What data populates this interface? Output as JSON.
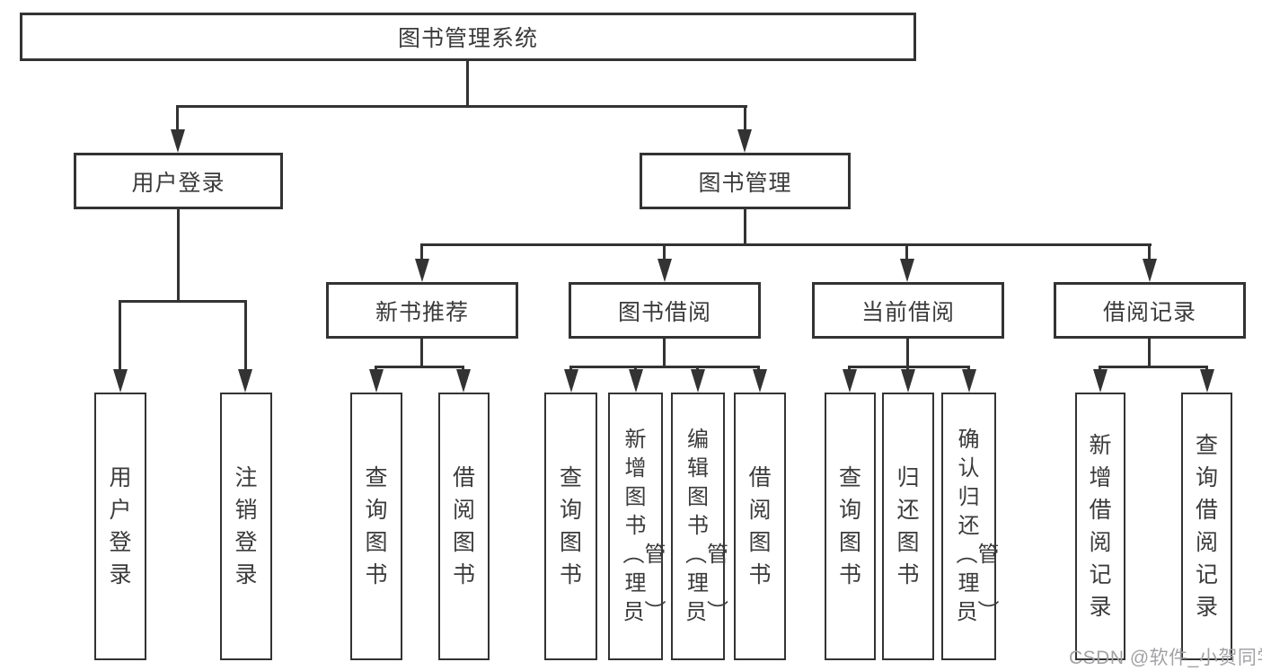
{
  "colors": {
    "line": "#333333",
    "text": "#3b3b3b",
    "box_background": "#ffffff",
    "watermark": "#a2a2a5"
  },
  "watermark": {
    "text": "CSDN @软件_小贺同学"
  },
  "tree": {
    "root": {
      "label": "图书管理系统"
    },
    "level2": {
      "user_login": {
        "label": "用户登录"
      },
      "book_management": {
        "label": "图书管理"
      }
    },
    "level3": {
      "new_book_recommend": {
        "label": "新书推荐"
      },
      "book_borrowing": {
        "label": "图书借阅"
      },
      "current_borrowing": {
        "label": "当前借阅"
      },
      "borrowing_records": {
        "label": "借阅记录"
      }
    },
    "leaves": {
      "user_login": [
        "用户登录",
        "注销登录"
      ],
      "new_book_recommend": [
        "查询图书",
        "借阅图书"
      ],
      "book_borrowing": [
        "查询图书",
        "新增图书（管理员）",
        "编辑图书（管理员）",
        "借阅图书"
      ],
      "current_borrowing": [
        "查询图书",
        "归还图书",
        "确认归还（管理员）"
      ],
      "borrowing_records": [
        "新增借阅记录",
        "查询借阅记录"
      ]
    }
  }
}
